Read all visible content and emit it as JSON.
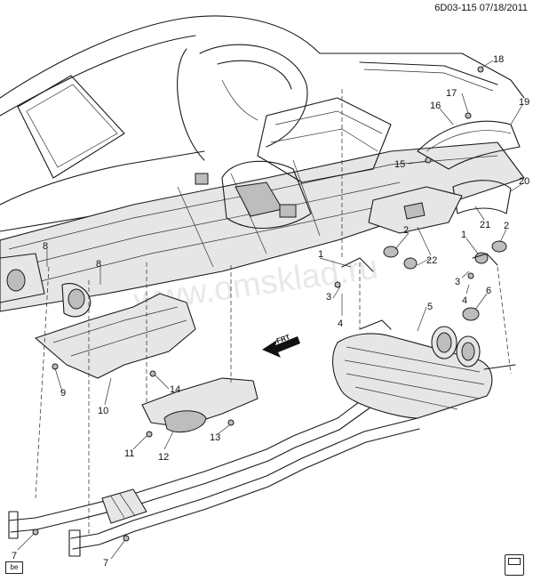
{
  "header": {
    "ref": "6D03-115 07/18/2011"
  },
  "watermark": "www.omsklad.ru",
  "direction_label": "FRT",
  "badge": "be",
  "callouts": [
    {
      "id": "c1a",
      "text": "1"
    },
    {
      "id": "c1b",
      "text": "1"
    },
    {
      "id": "c2a",
      "text": "2"
    },
    {
      "id": "c2b",
      "text": "2"
    },
    {
      "id": "c3a",
      "text": "3"
    },
    {
      "id": "c3b",
      "text": "3"
    },
    {
      "id": "c4a",
      "text": "4"
    },
    {
      "id": "c4b",
      "text": "4"
    },
    {
      "id": "c5",
      "text": "5"
    },
    {
      "id": "c6",
      "text": "6"
    },
    {
      "id": "c7a",
      "text": "7"
    },
    {
      "id": "c7b",
      "text": "7"
    },
    {
      "id": "c8a",
      "text": "8"
    },
    {
      "id": "c8b",
      "text": "8"
    },
    {
      "id": "c9",
      "text": "9"
    },
    {
      "id": "c10",
      "text": "10"
    },
    {
      "id": "c11",
      "text": "11"
    },
    {
      "id": "c12",
      "text": "12"
    },
    {
      "id": "c13",
      "text": "13"
    },
    {
      "id": "c14",
      "text": "14"
    },
    {
      "id": "c15",
      "text": "15"
    },
    {
      "id": "c16",
      "text": "16"
    },
    {
      "id": "c17",
      "text": "17"
    },
    {
      "id": "c18",
      "text": "18"
    },
    {
      "id": "c19",
      "text": "19"
    },
    {
      "id": "c20",
      "text": "20"
    },
    {
      "id": "c21",
      "text": "21"
    },
    {
      "id": "c22",
      "text": "22"
    }
  ]
}
